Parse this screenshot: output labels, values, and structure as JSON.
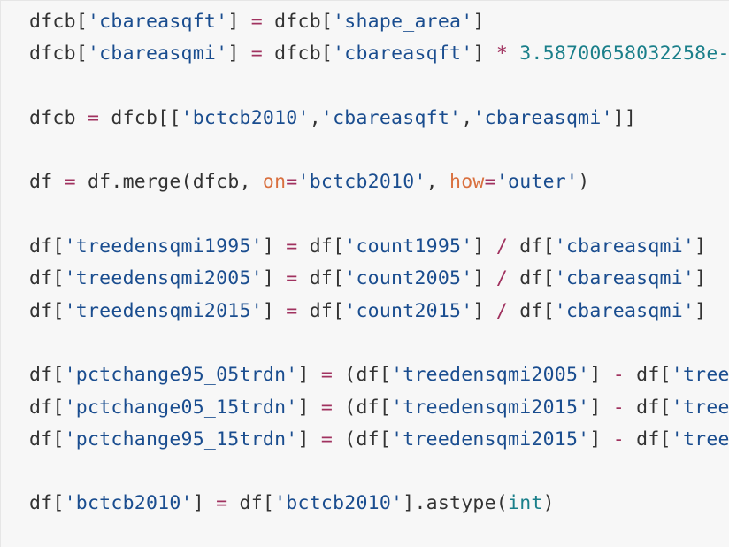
{
  "code": {
    "lines": [
      [
        {
          "t": "dfcb[",
          "c": ""
        },
        {
          "t": "'cbareasqft'",
          "c": "s"
        },
        {
          "t": "] ",
          "c": ""
        },
        {
          "t": "=",
          "c": "op"
        },
        {
          "t": " dfcb[",
          "c": ""
        },
        {
          "t": "'shape_area'",
          "c": "s"
        },
        {
          "t": "]",
          "c": ""
        }
      ],
      [
        {
          "t": "dfcb[",
          "c": ""
        },
        {
          "t": "'cbareasqmi'",
          "c": "s"
        },
        {
          "t": "] ",
          "c": ""
        },
        {
          "t": "=",
          "c": "op"
        },
        {
          "t": " dfcb[",
          "c": ""
        },
        {
          "t": "'cbareasqft'",
          "c": "s"
        },
        {
          "t": "] ",
          "c": ""
        },
        {
          "t": "*",
          "c": "op"
        },
        {
          "t": " ",
          "c": ""
        },
        {
          "t": "3.58700658032258e-",
          "c": "n"
        }
      ],
      [],
      [
        {
          "t": "dfcb ",
          "c": ""
        },
        {
          "t": "=",
          "c": "op"
        },
        {
          "t": " dfcb[[",
          "c": ""
        },
        {
          "t": "'bctcb2010'",
          "c": "s"
        },
        {
          "t": ",",
          "c": ""
        },
        {
          "t": "'cbareasqft'",
          "c": "s"
        },
        {
          "t": ",",
          "c": ""
        },
        {
          "t": "'cbareasqmi'",
          "c": "s"
        },
        {
          "t": "]]",
          "c": ""
        }
      ],
      [],
      [
        {
          "t": "df ",
          "c": ""
        },
        {
          "t": "=",
          "c": "op"
        },
        {
          "t": " df.merge(dfcb, ",
          "c": ""
        },
        {
          "t": "on",
          "c": "kw"
        },
        {
          "t": "=",
          "c": "op"
        },
        {
          "t": "'bctcb2010'",
          "c": "s"
        },
        {
          "t": ", ",
          "c": ""
        },
        {
          "t": "how",
          "c": "kw"
        },
        {
          "t": "=",
          "c": "op"
        },
        {
          "t": "'outer'",
          "c": "s"
        },
        {
          "t": ")",
          "c": ""
        }
      ],
      [],
      [
        {
          "t": "df[",
          "c": ""
        },
        {
          "t": "'treedensqmi1995'",
          "c": "s"
        },
        {
          "t": "] ",
          "c": ""
        },
        {
          "t": "=",
          "c": "op"
        },
        {
          "t": " df[",
          "c": ""
        },
        {
          "t": "'count1995'",
          "c": "s"
        },
        {
          "t": "] ",
          "c": ""
        },
        {
          "t": "/",
          "c": "op"
        },
        {
          "t": " df[",
          "c": ""
        },
        {
          "t": "'cbareasqmi'",
          "c": "s"
        },
        {
          "t": "]",
          "c": ""
        }
      ],
      [
        {
          "t": "df[",
          "c": ""
        },
        {
          "t": "'treedensqmi2005'",
          "c": "s"
        },
        {
          "t": "] ",
          "c": ""
        },
        {
          "t": "=",
          "c": "op"
        },
        {
          "t": " df[",
          "c": ""
        },
        {
          "t": "'count2005'",
          "c": "s"
        },
        {
          "t": "] ",
          "c": ""
        },
        {
          "t": "/",
          "c": "op"
        },
        {
          "t": " df[",
          "c": ""
        },
        {
          "t": "'cbareasqmi'",
          "c": "s"
        },
        {
          "t": "]",
          "c": ""
        }
      ],
      [
        {
          "t": "df[",
          "c": ""
        },
        {
          "t": "'treedensqmi2015'",
          "c": "s"
        },
        {
          "t": "] ",
          "c": ""
        },
        {
          "t": "=",
          "c": "op"
        },
        {
          "t": " df[",
          "c": ""
        },
        {
          "t": "'count2015'",
          "c": "s"
        },
        {
          "t": "] ",
          "c": ""
        },
        {
          "t": "/",
          "c": "op"
        },
        {
          "t": " df[",
          "c": ""
        },
        {
          "t": "'cbareasqmi'",
          "c": "s"
        },
        {
          "t": "]",
          "c": ""
        }
      ],
      [],
      [
        {
          "t": "df[",
          "c": ""
        },
        {
          "t": "'pctchange95_05trdn'",
          "c": "s"
        },
        {
          "t": "] ",
          "c": ""
        },
        {
          "t": "=",
          "c": "op"
        },
        {
          "t": " (df[",
          "c": ""
        },
        {
          "t": "'treedensqmi2005'",
          "c": "s"
        },
        {
          "t": "] ",
          "c": ""
        },
        {
          "t": "-",
          "c": "op"
        },
        {
          "t": " df[",
          "c": ""
        },
        {
          "t": "'tree",
          "c": "s"
        }
      ],
      [
        {
          "t": "df[",
          "c": ""
        },
        {
          "t": "'pctchange05_15trdn'",
          "c": "s"
        },
        {
          "t": "] ",
          "c": ""
        },
        {
          "t": "=",
          "c": "op"
        },
        {
          "t": " (df[",
          "c": ""
        },
        {
          "t": "'treedensqmi2015'",
          "c": "s"
        },
        {
          "t": "] ",
          "c": ""
        },
        {
          "t": "-",
          "c": "op"
        },
        {
          "t": " df[",
          "c": ""
        },
        {
          "t": "'tree",
          "c": "s"
        }
      ],
      [
        {
          "t": "df[",
          "c": ""
        },
        {
          "t": "'pctchange95_15trdn'",
          "c": "s"
        },
        {
          "t": "] ",
          "c": ""
        },
        {
          "t": "=",
          "c": "op"
        },
        {
          "t": " (df[",
          "c": ""
        },
        {
          "t": "'treedensqmi2015'",
          "c": "s"
        },
        {
          "t": "] ",
          "c": ""
        },
        {
          "t": "-",
          "c": "op"
        },
        {
          "t": " df[",
          "c": ""
        },
        {
          "t": "'tree",
          "c": "s"
        }
      ],
      [],
      [
        {
          "t": "df[",
          "c": ""
        },
        {
          "t": "'bctcb2010'",
          "c": "s"
        },
        {
          "t": "] ",
          "c": ""
        },
        {
          "t": "=",
          "c": "op"
        },
        {
          "t": " df[",
          "c": ""
        },
        {
          "t": "'bctcb2010'",
          "c": "s"
        },
        {
          "t": "].astype(",
          "c": ""
        },
        {
          "t": "int",
          "c": "bi"
        },
        {
          "t": ")",
          "c": ""
        }
      ]
    ]
  },
  "colors": {
    "background": "#f7f7f7",
    "text": "#333333",
    "string": "#1a4d8f",
    "number": "#1a7f8a",
    "operator": "#a0325f",
    "keyword_arg": "#d9703f"
  }
}
